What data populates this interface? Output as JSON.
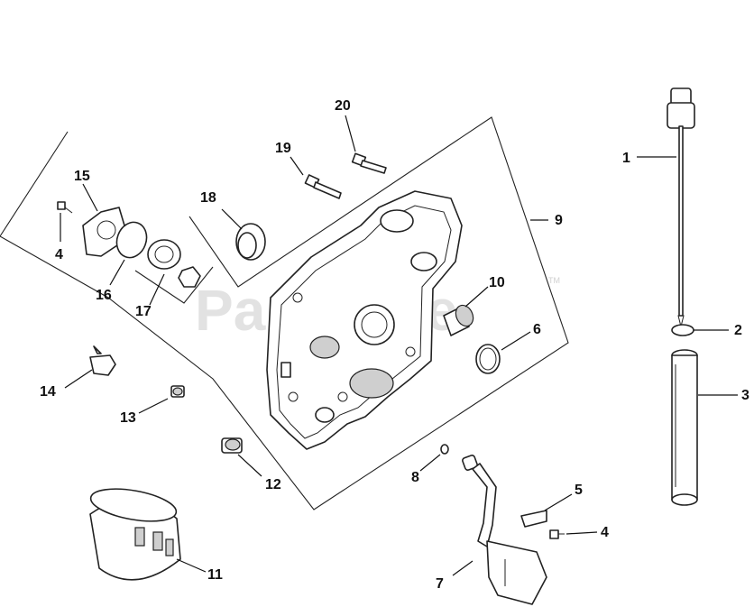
{
  "watermark": {
    "text": "PartsTree",
    "trademark": "TM"
  },
  "callouts": {
    "c1": "1",
    "c2": "2",
    "c3": "3",
    "c4a": "4",
    "c4b": "4",
    "c5": "5",
    "c6": "6",
    "c7": "7",
    "c8": "8",
    "c9": "9",
    "c10": "10",
    "c11": "11",
    "c12": "12",
    "c13": "13",
    "c14": "14",
    "c15": "15",
    "c16": "16",
    "c17": "17",
    "c18": "18",
    "c19": "19",
    "c20": "20"
  },
  "parts": [
    "dipstick",
    "o-ring-small",
    "dipstick-tube",
    "screw",
    "bracket",
    "o-ring",
    "oil-pickup",
    "o-ring-tiny",
    "closure-plate",
    "oil-filter-nipple",
    "oil-filter",
    "drain-plug",
    "plug",
    "oil-pressure-switch",
    "oil-pump-cover",
    "o-ring-pump",
    "oil-pump-rotor",
    "oil-seal",
    "bolt",
    "bolt"
  ]
}
